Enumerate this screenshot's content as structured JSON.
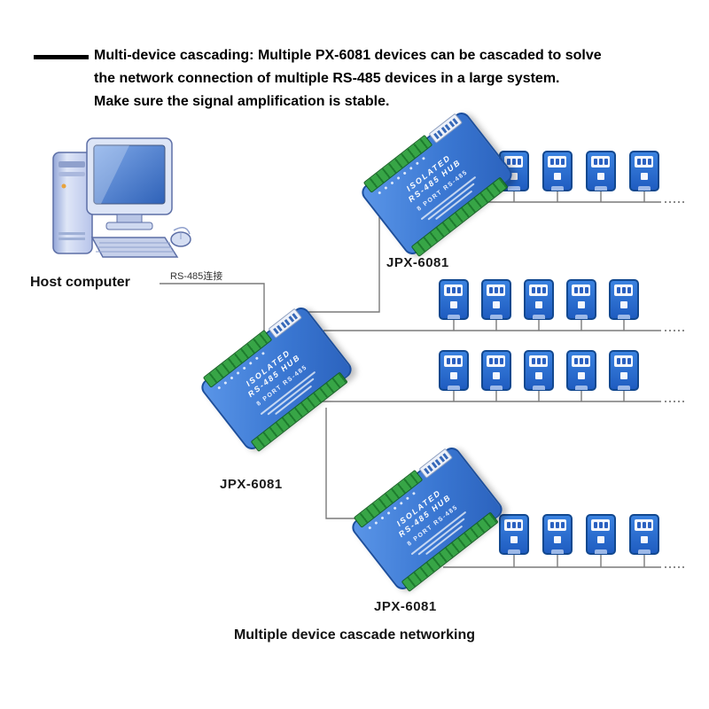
{
  "heading": {
    "lines": [
      "Multi-device cascading: Multiple PX-6081 devices can be cascaded to solve",
      "the network connection of multiple RS-485 devices in a large system.",
      "Make sure the signal amplification is stable."
    ]
  },
  "host": {
    "label": "Host computer"
  },
  "link": {
    "label": "RS-485连接"
  },
  "hub_device": {
    "brand_line1": "ISOLATED",
    "brand_line2": "RS-485 HUB",
    "port_label": "8 PORT RS-485"
  },
  "hubs": [
    {
      "label": "JPX-6081"
    },
    {
      "label": "JPX-6081"
    },
    {
      "label": "JPX-6081"
    }
  ],
  "device_rows": [
    {
      "name": "top",
      "count": 4
    },
    {
      "name": "middle-1",
      "count": 5
    },
    {
      "name": "middle-2",
      "count": 5
    },
    {
      "name": "bottom",
      "count": 4
    }
  ],
  "caption": "Multiple device cascade networking",
  "colors": {
    "hub_body_blue": "#3a77d2",
    "hub_border": "#1c4f9e",
    "terminal_green": "#2f9e3e",
    "device_blue": "#2268cc",
    "screen_blue": "#2f62b8",
    "wire_gray": "#7a7a7a"
  }
}
